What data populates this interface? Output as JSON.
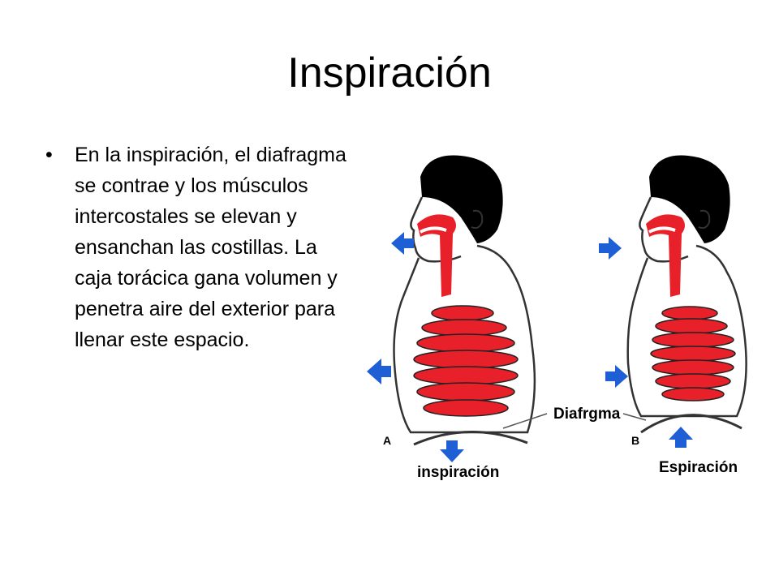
{
  "slide": {
    "title": "Inspiración",
    "bullet_symbol": "•",
    "bullet_text": "En la inspiración, el diafragma se contrae y los músculos intercostales se elevan y ensanchan las costillas. La caja torácica gana volumen y penetra aire del exterior para llenar este espacio."
  },
  "diagram": {
    "panel_a": {
      "letter": "A",
      "caption": "inspiración"
    },
    "panel_b": {
      "letter": "B",
      "caption": "Espiración"
    },
    "diaphragm_label": "Diafrgma",
    "colors": {
      "airway": "#e8202a",
      "hair": "#000000",
      "arrow": "#1f5fd6",
      "outline": "#333333"
    }
  }
}
